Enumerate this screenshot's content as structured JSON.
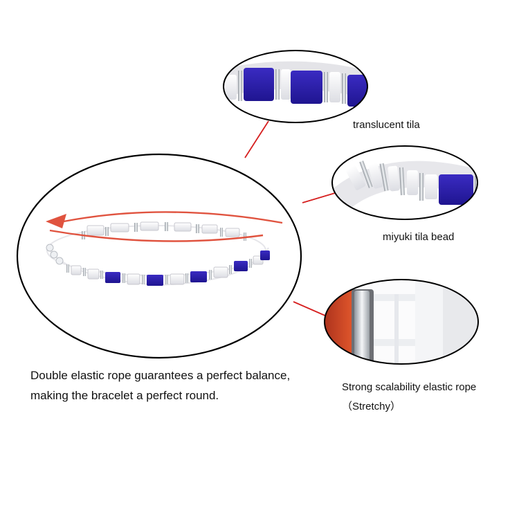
{
  "caption": {
    "line1": "Double elastic rope guarantees a perfect balance,",
    "line2": "making the bracelet a perfect round."
  },
  "callouts": [
    {
      "label": "translucent  tila"
    },
    {
      "label": "miyuki  tila bead"
    },
    {
      "label": "Strong scalability elastic rope",
      "sublabel": "（Stretchy）"
    }
  ],
  "colors": {
    "bead_blue": "#2c1fa6",
    "bead_white": "#f2f2f4",
    "silver": "#c9cdd2",
    "leader_line": "#d61f1f",
    "arrow": "#e0533f",
    "outline": "#000000"
  }
}
